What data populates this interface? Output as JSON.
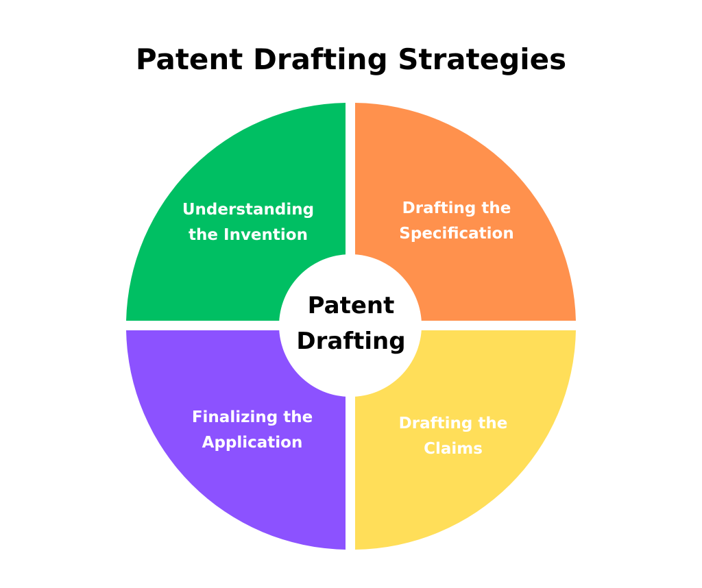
{
  "title": "Patent Drafting Strategies",
  "center": {
    "line1": "Patent",
    "line2": "Drafting"
  },
  "quadrants": [
    {
      "position": "top-left",
      "line1": "Understanding",
      "line2": "the Invention",
      "color": "#00BF63"
    },
    {
      "position": "top-right",
      "line1": "Drafting the",
      "line2": "Specification",
      "color": "#FF914D"
    },
    {
      "position": "bottom-right",
      "line1": "Drafting the",
      "line2": "Claims",
      "color": "#FFDE59"
    },
    {
      "position": "bottom-left",
      "line1": "Finalizing the",
      "line2": "Application",
      "color": "#8C52FF"
    }
  ]
}
